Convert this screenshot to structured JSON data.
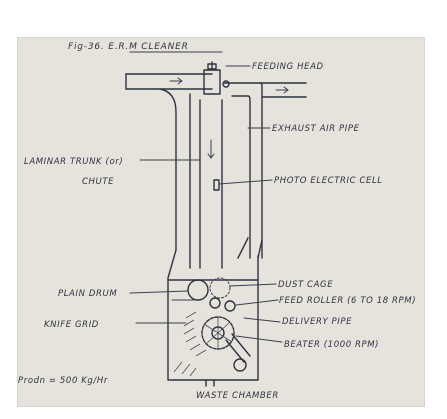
{
  "title": "Fig-36. E.R.M CLEANER",
  "labels": {
    "feeding_head": "FEEDING HEAD",
    "exhaust_air_pipe": "EXHAUST AIR PIPE",
    "laminar_trunk_line1": "LAMINAR TRUNK (or)",
    "laminar_trunk_line2": "CHUTE",
    "photo_electric_cell": "PHOTO ELECTRIC CELL",
    "dust_cage": "DUST CAGE",
    "plain_drum": "PLAIN DRUM",
    "feed_roller": "FEED ROLLER (6 TO 18 RPM)",
    "delivery_pipe": "DELIVERY PIPE",
    "knife_grid": "KNIFE GRID",
    "beater": "BEATER (1000 RPM)",
    "production": "Prodn = 500 Kg/Hr",
    "waste_chamber": "WASTE CHAMBER"
  }
}
